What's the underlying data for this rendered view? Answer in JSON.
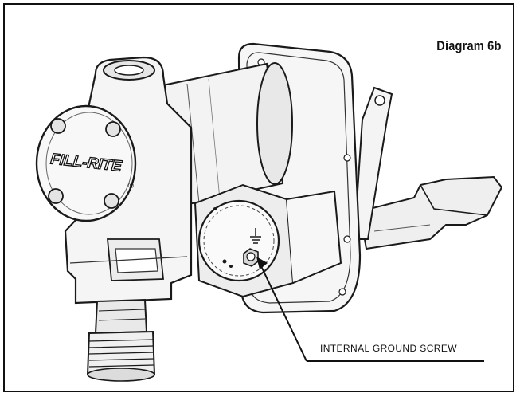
{
  "diagram": {
    "title": "Diagram 6b",
    "brand_label": "FILL-RITE",
    "registered_mark": "®",
    "callout_label": "INTERNAL GROUND SCREW",
    "ground_symbol": "⏚",
    "colors": {
      "frame": "#111111",
      "line": "#1a1a1a",
      "fill_light": "#f2f2f2",
      "fill_mid": "#d9d9d9",
      "fill_dark": "#8a8a8a"
    }
  }
}
